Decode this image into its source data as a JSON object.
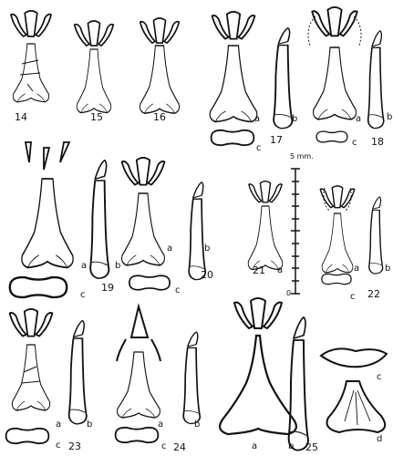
{
  "figures": [
    {
      "id": "14",
      "number": "14"
    },
    {
      "id": "15",
      "number": "15"
    },
    {
      "id": "16",
      "number": "16"
    },
    {
      "id": "17",
      "number": "17",
      "views": [
        "a",
        "b",
        "c"
      ]
    },
    {
      "id": "18",
      "number": "18",
      "views": [
        "a",
        "b",
        "c"
      ]
    },
    {
      "id": "19",
      "number": "19",
      "views": [
        "a",
        "b",
        "c"
      ]
    },
    {
      "id": "20",
      "number": "20",
      "views": [
        "a",
        "b",
        "c"
      ]
    },
    {
      "id": "21",
      "number": "21",
      "views": [
        "a"
      ]
    },
    {
      "id": "22",
      "number": "22",
      "views": [
        "a",
        "b",
        "c"
      ]
    },
    {
      "id": "23",
      "number": "23",
      "views": [
        "a",
        "b",
        "c"
      ]
    },
    {
      "id": "24",
      "number": "24",
      "views": [
        "a",
        "b",
        "c"
      ]
    },
    {
      "id": "25",
      "number": "25",
      "views": [
        "a",
        "b",
        "c",
        "d"
      ]
    }
  ],
  "scale_bar": {
    "top_label": "5 mm.",
    "bottom_label": "0"
  },
  "colors": {
    "ink": "#111111",
    "background": "#ffffff"
  }
}
